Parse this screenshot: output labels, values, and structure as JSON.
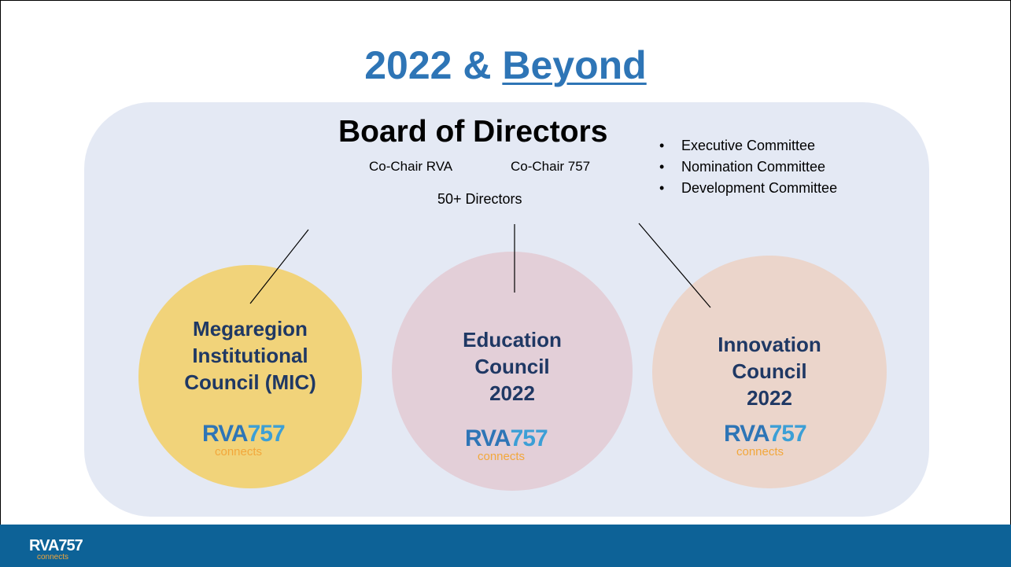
{
  "slide": {
    "title_prefix": "2022 & ",
    "title_underlined": "Beyond",
    "board_title": "Board of Directors",
    "co_chair_left": "Co-Chair RVA",
    "co_chair_right": "Co-Chair 757",
    "directors_count": "50+ Directors",
    "committees": [
      "Executive Committee",
      "Nomination Committee",
      "Development Committee"
    ],
    "councils": [
      {
        "lines": [
          "Megaregion",
          "Institutional",
          "Council (MIC)"
        ]
      },
      {
        "lines": [
          "Education",
          "Council",
          "2022"
        ]
      },
      {
        "lines": [
          "Innovation",
          "Council",
          "2022"
        ]
      }
    ],
    "logo": {
      "rva": "RVA",
      "num": "757",
      "connects": "connects"
    }
  },
  "colors": {
    "title": "#2e75b6",
    "panel": "#e4e9f4",
    "council_text": "#1f3864",
    "mic_circle": "#f1d37a",
    "education_circle": "#e3cfd8",
    "innovation_circle": "#ebd5cb",
    "footer": "#0d6297"
  }
}
